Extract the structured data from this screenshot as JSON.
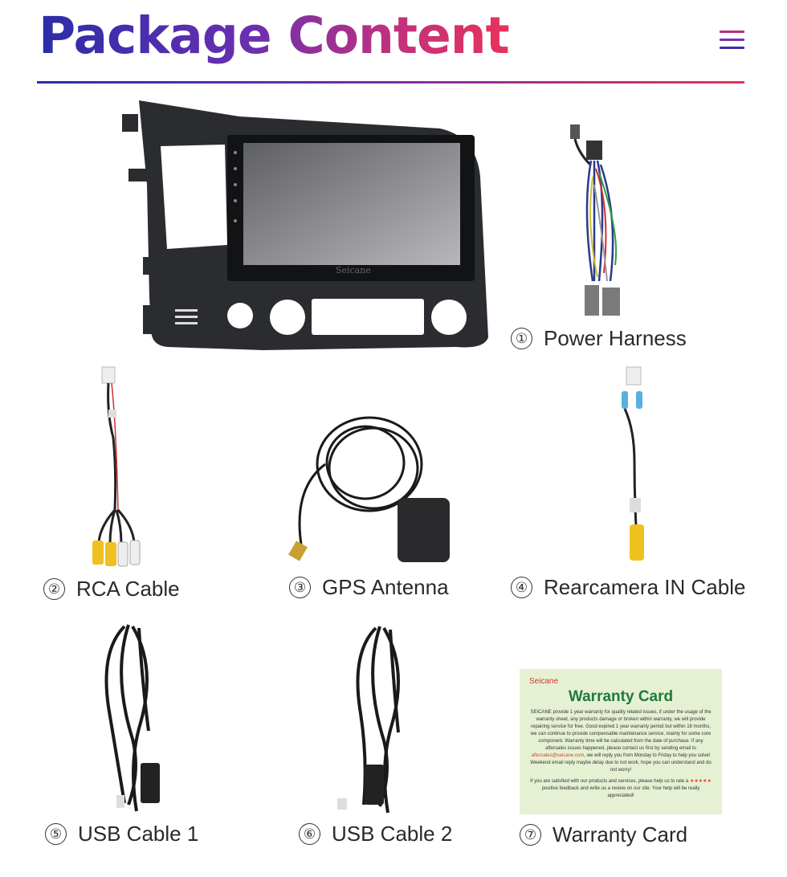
{
  "header": {
    "title": "Package Content",
    "menu_icon": "hamburger-menu-icon"
  },
  "colors": {
    "gradient_start": "#2b2ea8",
    "gradient_mid": "#7a2fa8",
    "gradient_end": "#e6335a",
    "warranty_bg": "#e6f1d4",
    "warranty_title": "#1f7a3a"
  },
  "items": [
    {
      "num": "①",
      "label": "Power Harness"
    },
    {
      "num": "②",
      "label": "RCA Cable"
    },
    {
      "num": "③",
      "label": "GPS Antenna"
    },
    {
      "num": "④",
      "label": "Rearcamera IN Cable"
    },
    {
      "num": "⑤",
      "label": "USB Cable 1"
    },
    {
      "num": "⑥",
      "label": "USB Cable 2"
    },
    {
      "num": "⑦",
      "label": "Warranty Card"
    }
  ],
  "head_unit": {
    "brand": "Seicane"
  },
  "warranty_card": {
    "brand": "Seicane",
    "title": "Warranty Card",
    "body_1": "SEICANE provide 1 year warranty for quality related issues, if under the usage of the warranty sheet, any products damage or broken within warranty, we will provide repairing service for free. Good expired 1 year warranty period but within 18 months, we can continue to provide compensable maintenance service, mainly for some core component. Warranty time will be calculated from the date of purchase. If any aftersales issues happened, please contact us first by sending email to",
    "email": "aftersales@seicane.com",
    "body_2": ", we will reply you from Monday to Friday to help you solve! Weekend email reply maybe delay due to not work, hope you can understand and do not worry!",
    "footer_1": "If you are satisfied with our products and services, please help us to rate a",
    "stars": "★★★★★",
    "footer_2": "positive feedback and write us a review on our site. Your help will be really appreciated!"
  }
}
